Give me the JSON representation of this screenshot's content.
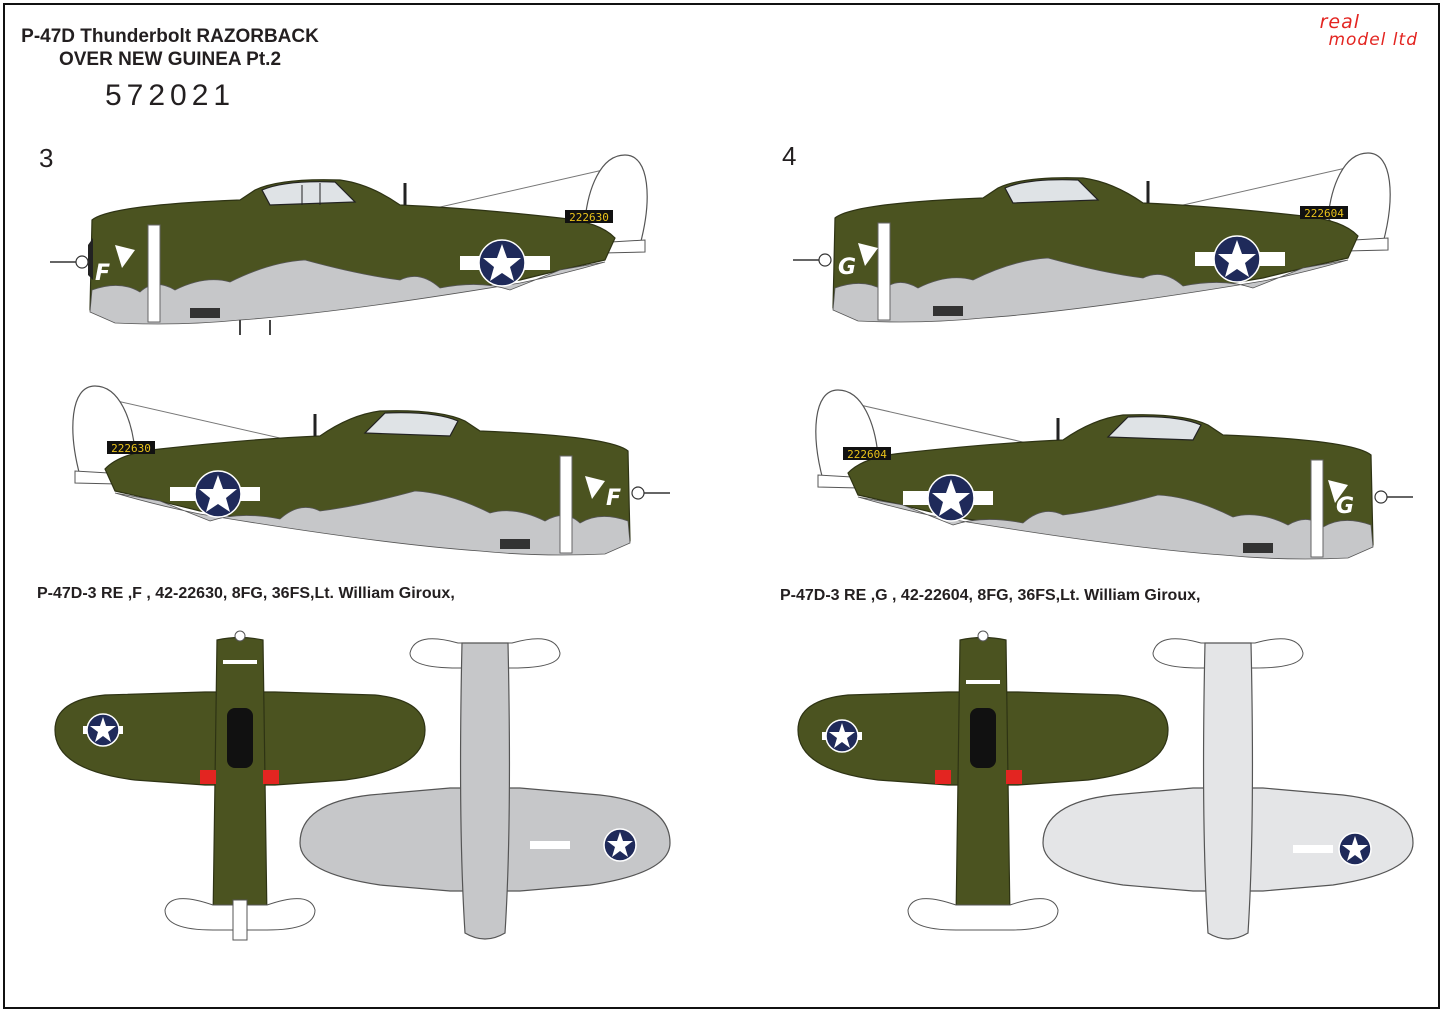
{
  "header": {
    "title_line1": "P-47D Thunderbolt RAZORBACK",
    "title_line2": "OVER NEW GUINEA Pt.2",
    "kit_number": "572021"
  },
  "logo": {
    "line1": "real",
    "line2": "model ltd",
    "color": "#e32521"
  },
  "colors": {
    "olive_drab": "#4b5320",
    "neutral_gray": "#c6c7c9",
    "insignia_blue": "#1f2a5a",
    "serial_yellow": "#e9c21a",
    "identification_white": "#ffffff",
    "red_marker": "#e32521"
  },
  "schemes": [
    {
      "number": "3",
      "code_letter": "F",
      "serial_tail": "222630",
      "caption": "P-47D-3 RE ,F , 42-22630, 8FG, 36FS,Lt. William Giroux,"
    },
    {
      "number": "4",
      "code_letter": "G",
      "serial_tail": "222604",
      "caption": "P-47D-3 RE ,G , 42-22604, 8FG, 36FS,Lt. William Giroux,"
    }
  ]
}
